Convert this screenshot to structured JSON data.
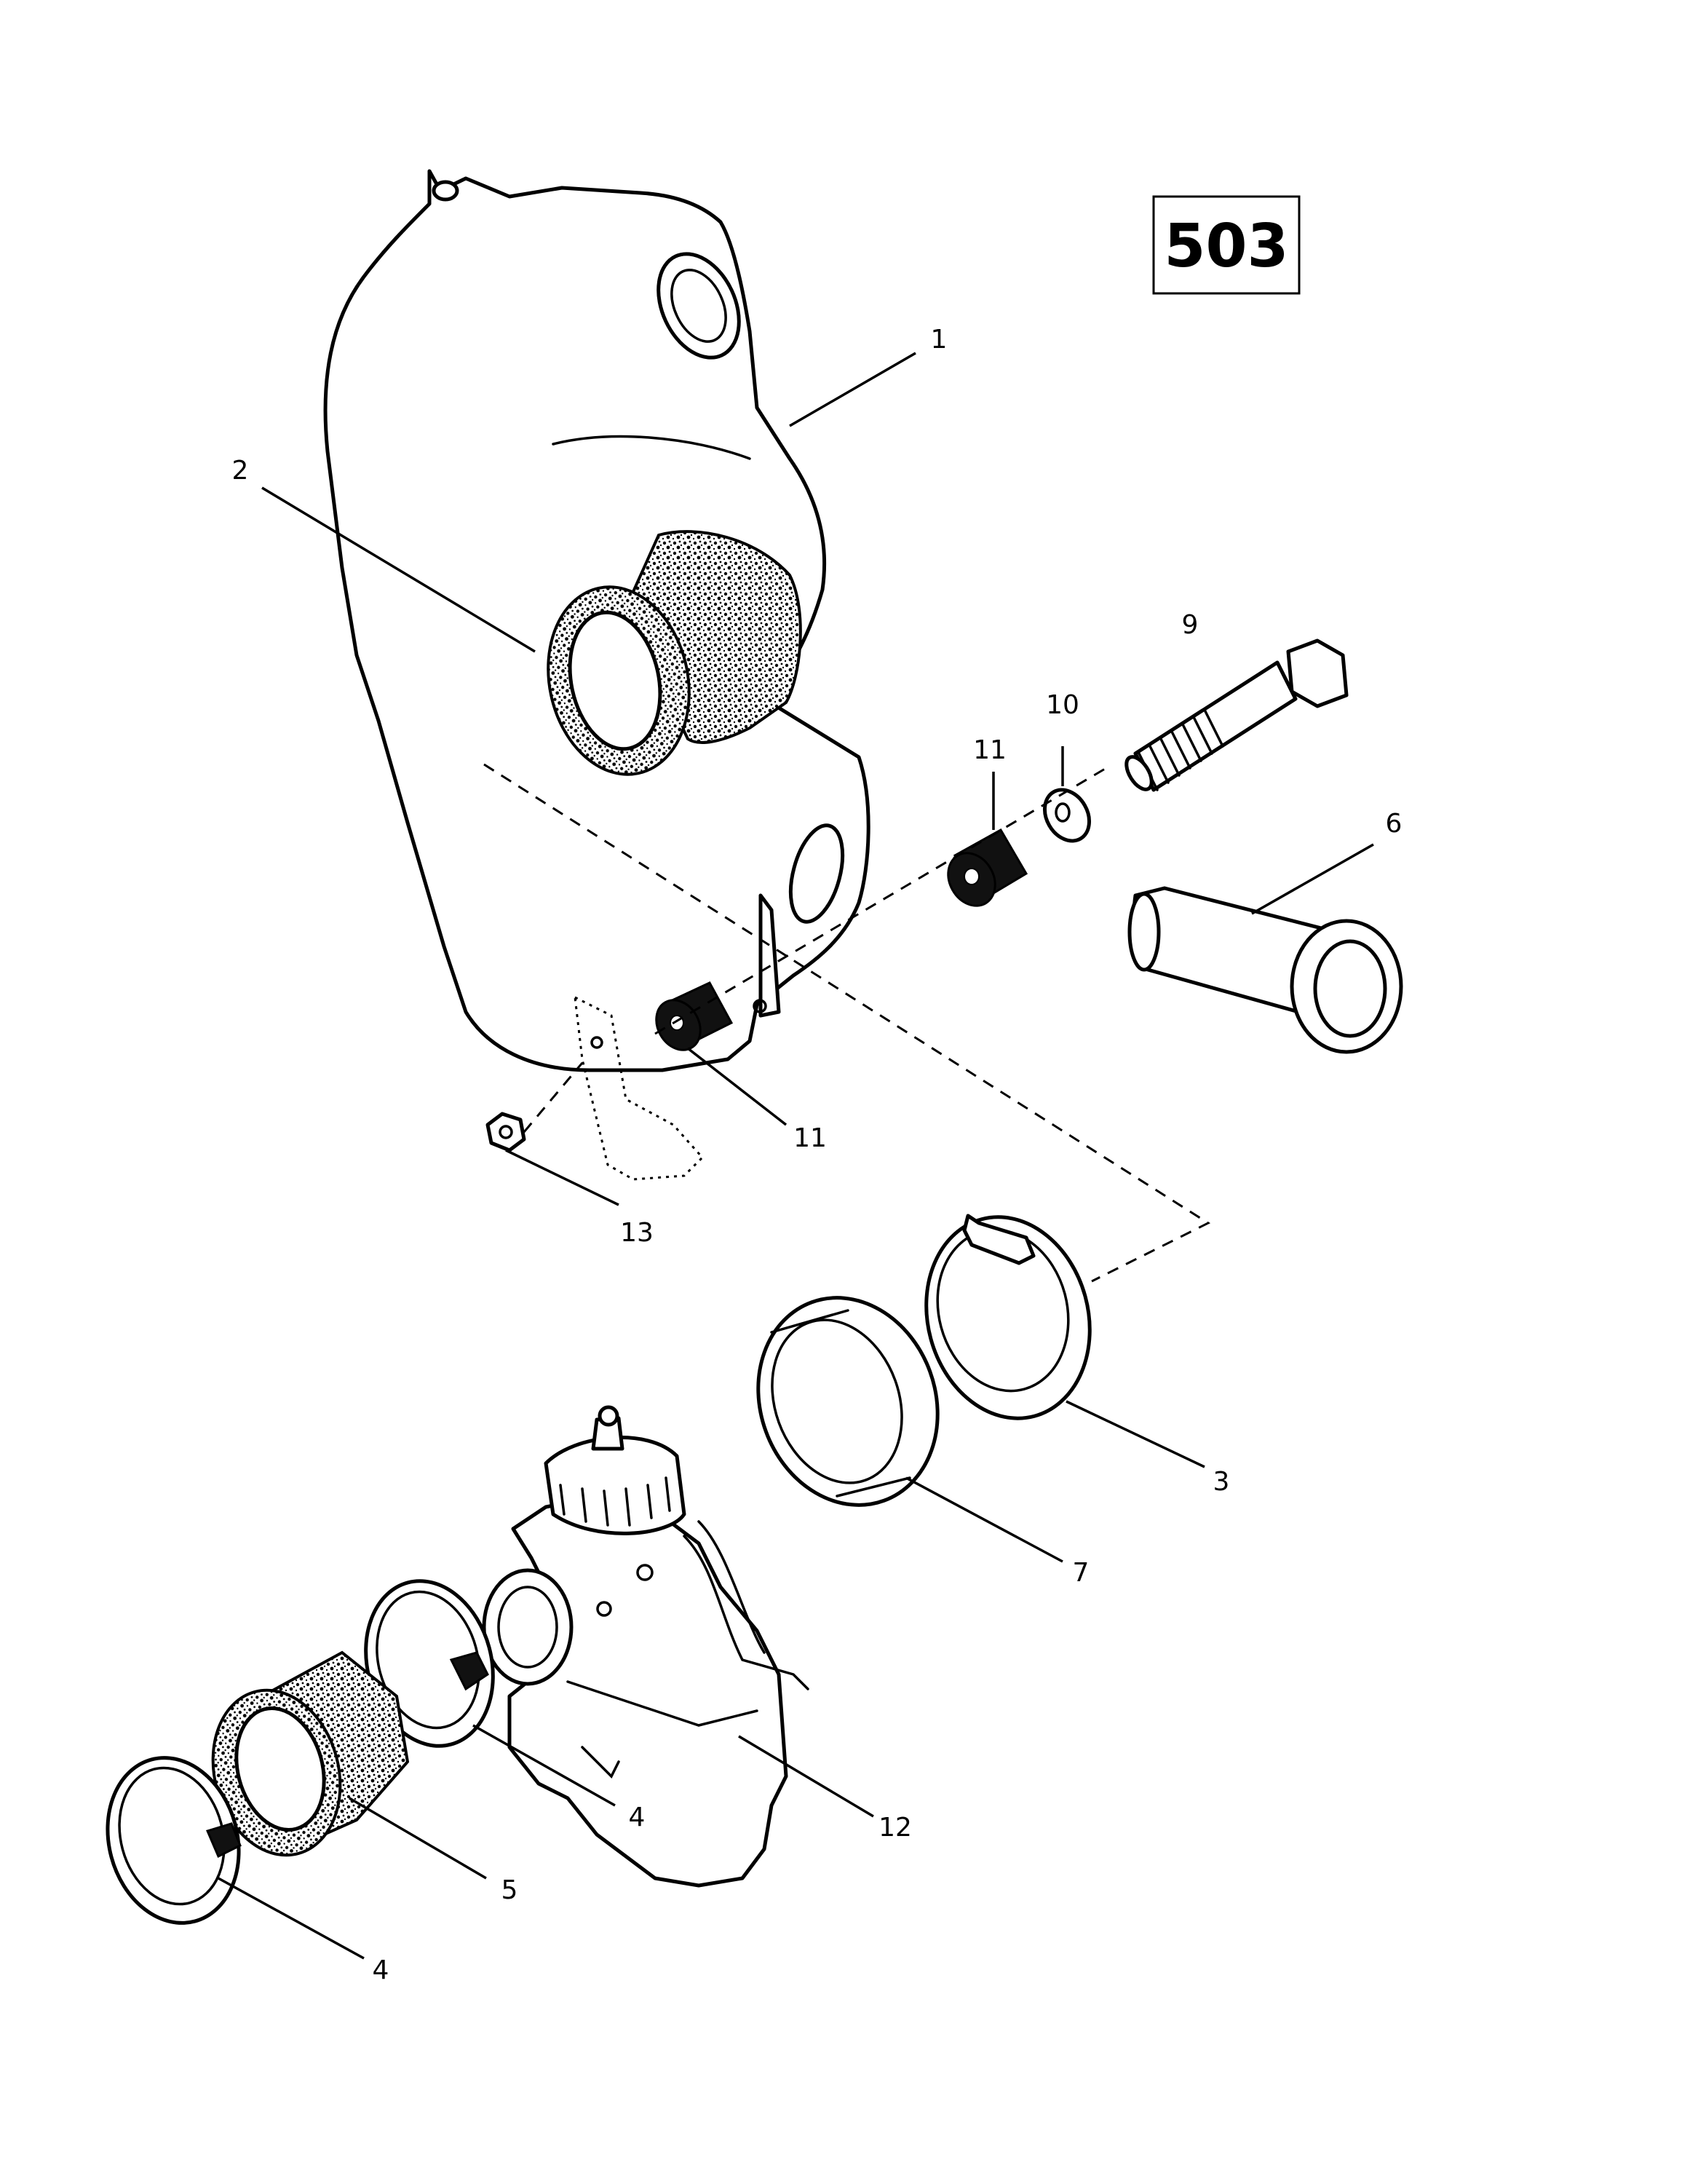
{
  "diagram_code": "503",
  "callouts": {
    "c1": "1",
    "c2": "2",
    "c3": "3",
    "c4a": "4",
    "c4b": "4",
    "c5": "5",
    "c6": "6",
    "c7": "7",
    "c9": "9",
    "c10": "10",
    "c11a": "11",
    "c11b": "11",
    "c12": "12",
    "c13": "13"
  }
}
